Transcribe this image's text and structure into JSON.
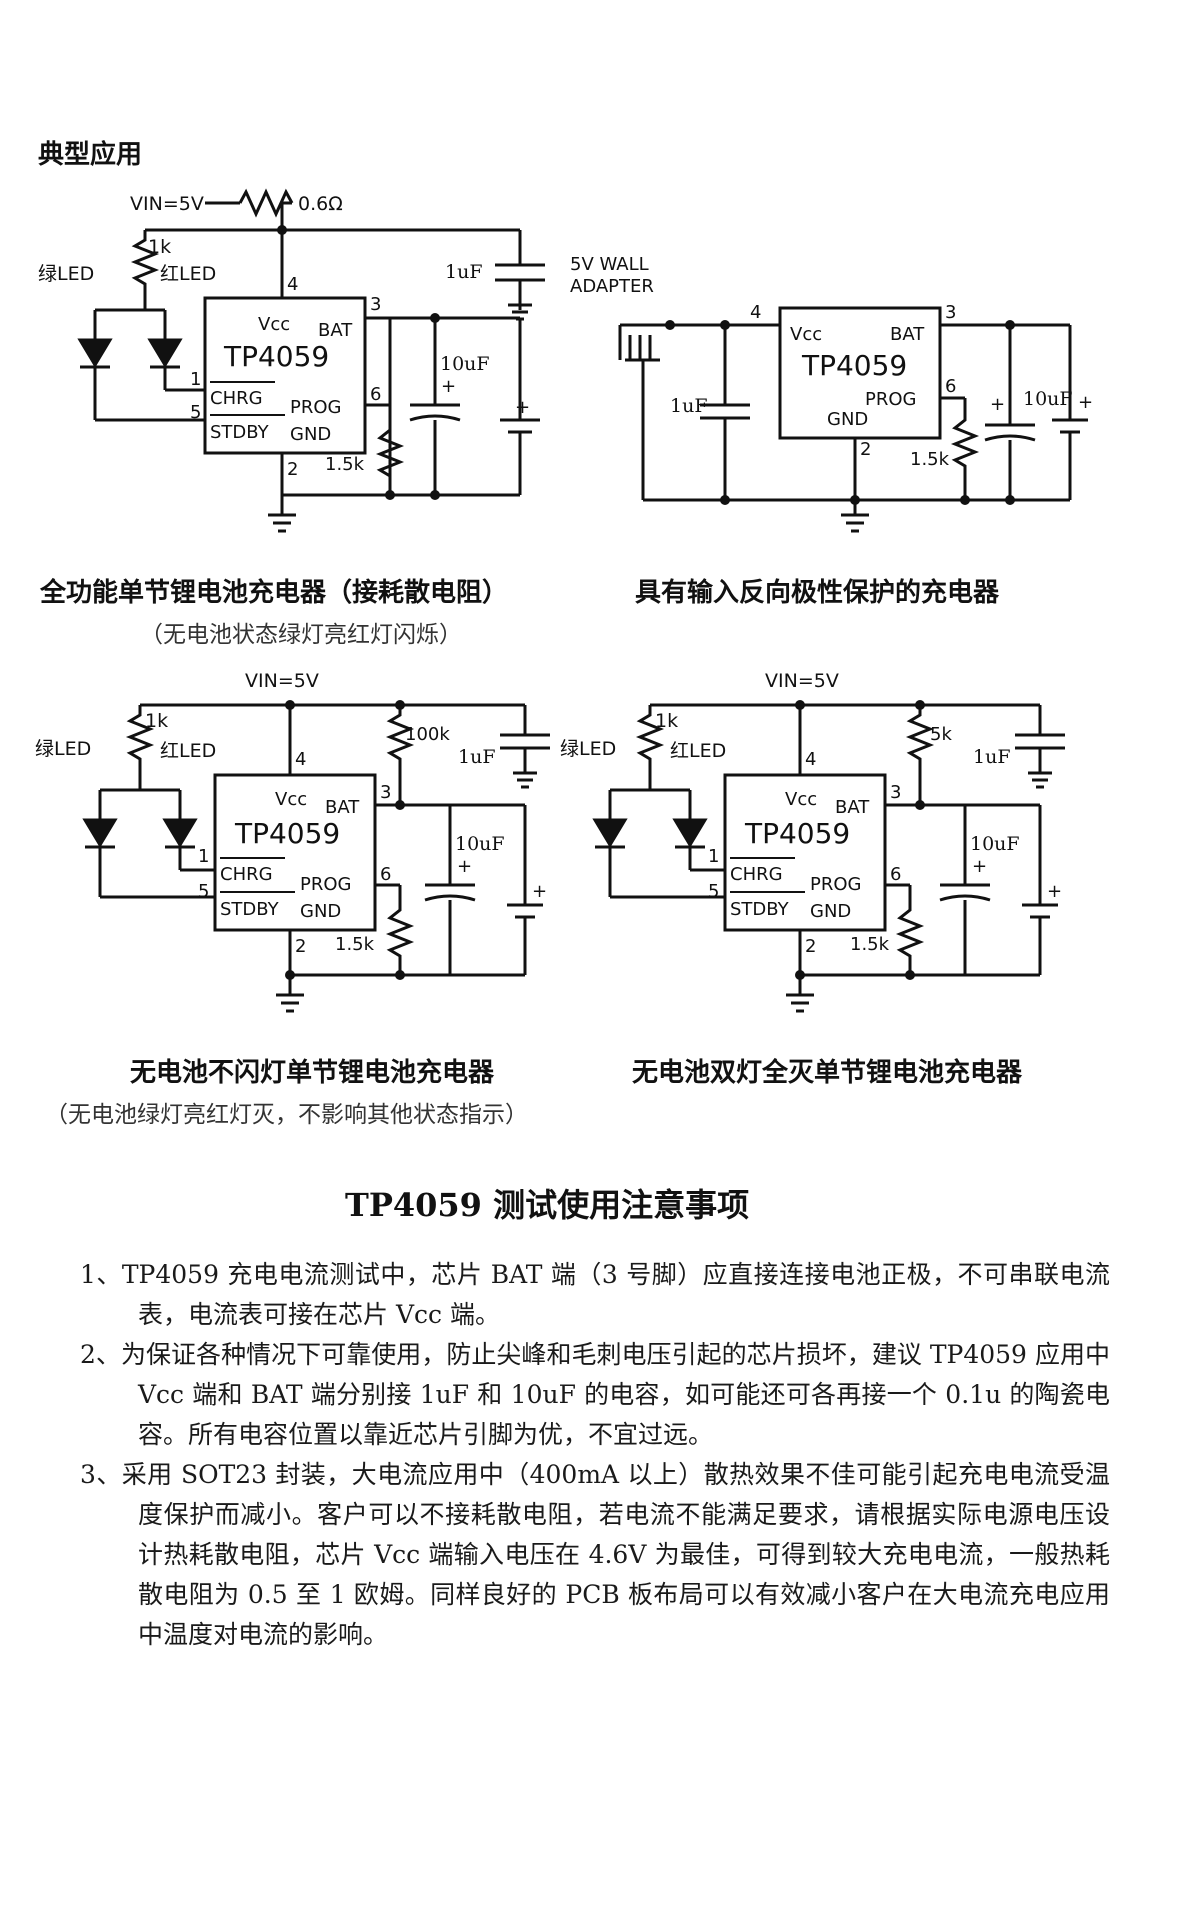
{
  "section_heading": "典型应用",
  "circuits": [
    {
      "caption": "全功能单节锂电池充电器（接耗散电阻）",
      "subcaption": "（无电池状态绿灯亮红灯闪烁）",
      "vin": "VIN=5V",
      "rs": "0.6Ω",
      "r_led": "1k",
      "green_led": "绿LED",
      "red_led": "红LED",
      "chip": "TP4059",
      "vcc": "Vcc",
      "bat": "BAT",
      "chrg": "CHRG",
      "stdby": "STDBY",
      "prog": "PROG",
      "gnd": "GND",
      "p4": "4",
      "p3": "3",
      "p1": "1",
      "p5": "5",
      "p6": "6",
      "p2": "2",
      "c_in": "1uF",
      "c_bat": "10uF",
      "r_prog": "1.5k",
      "plus": "+"
    },
    {
      "caption": "具有输入反向极性保护的充电器",
      "adapter_1": "5V WALL",
      "adapter_2": "ADAPTER",
      "chip": "TP4059",
      "vcc": "Vcc",
      "bat": "BAT",
      "prog": "PROG",
      "gnd": "GND",
      "p4": "4",
      "p3": "3",
      "p6": "6",
      "p2": "2",
      "c_in": "1uF",
      "c_bat": "10uF",
      "r_prog": "1.5k",
      "plus": "+"
    },
    {
      "caption": "无电池不闪灯单节锂电池充电器",
      "subcaption": "（无电池绿灯亮红灯灭，不影响其他状态指示）",
      "vin": "VIN=5V",
      "r_led": "1k",
      "r_pull": "100k",
      "green_led": "绿LED",
      "red_led": "红LED",
      "chip": "TP4059",
      "vcc": "Vcc",
      "bat": "BAT",
      "chrg": "CHRG",
      "stdby": "STDBY",
      "prog": "PROG",
      "gnd": "GND",
      "p4": "4",
      "p3": "3",
      "p1": "1",
      "p5": "5",
      "p6": "6",
      "p2": "2",
      "c_in": "1uF",
      "c_bat": "10uF",
      "r_prog": "1.5k",
      "plus": "+"
    },
    {
      "caption": "无电池双灯全灭单节锂电池充电器",
      "vin": "VIN=5V",
      "r_led": "1k",
      "r_pull": "5k",
      "green_led": "绿LED",
      "red_led": "红LED",
      "chip": "TP4059",
      "vcc": "Vcc",
      "bat": "BAT",
      "chrg": "CHRG",
      "stdby": "STDBY",
      "prog": "PROG",
      "gnd": "GND",
      "p4": "4",
      "p3": "3",
      "p1": "1",
      "p5": "5",
      "p6": "6",
      "p2": "2",
      "c_in": "1uF",
      "c_bat": "10uF",
      "r_prog": "1.5k",
      "plus": "+"
    }
  ],
  "notes_title": "TP4059 测试使用注意事项",
  "notes": [
    "1、TP4059 充电电流测试中，芯片 BAT 端（3 号脚）应直接连接电池正极，不可串联电流表，电流表可接在芯片 Vcc 端。",
    "2、为保证各种情况下可靠使用，防止尖峰和毛刺电压引起的芯片损坏，建议 TP4059 应用中 Vcc 端和 BAT 端分别接 1uF 和 10uF 的电容，如可能还可各再接一个 0.1u 的陶瓷电容。所有电容位置以靠近芯片引脚为优，不宜过远。",
    "3、采用 SOT23 封装，大电流应用中（400mA 以上）散热效果不佳可能引起充电电流受温度保护而减小。客户可以不接耗散电阻，若电流不能满足要求，请根据实际电源电压设计热耗散电阻，芯片 Vcc 端输入电压在 4.6V 为最佳，可得到较大充电电流，一般热耗散电阻为 0.5 至 1 欧姆。同样良好的 PCB 板布局可以有效减小客户在大电流充电应用中温度对电流的影响。"
  ]
}
